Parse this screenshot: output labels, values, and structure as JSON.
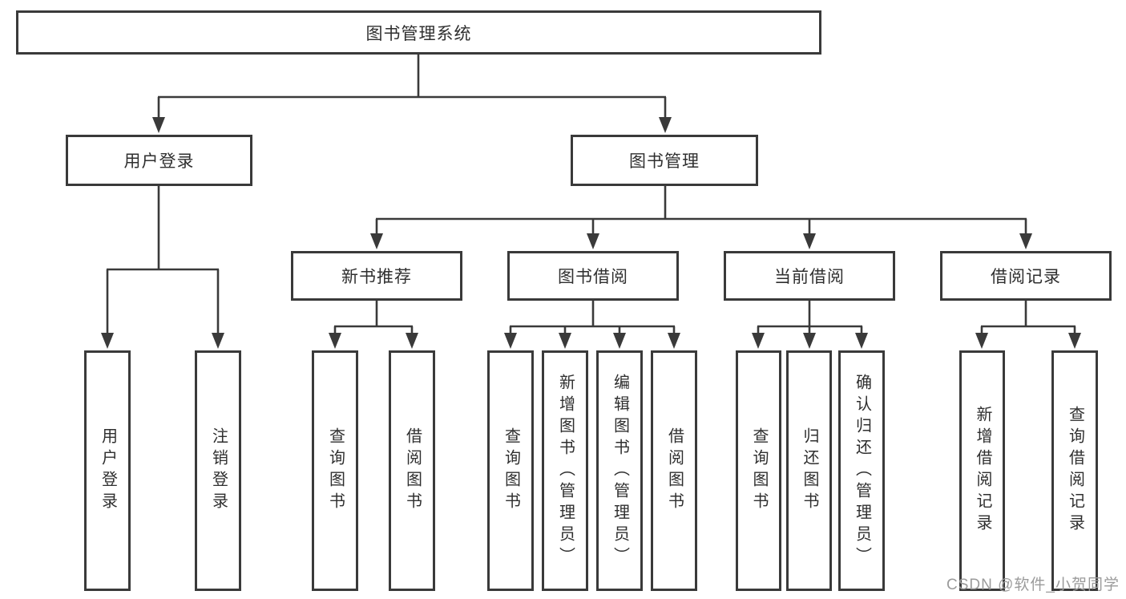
{
  "colors": {
    "line": "#3a3a3a",
    "text": "#2f2f2f",
    "box_bg": "#ffffff",
    "watermark": "#9b9b9b"
  },
  "chart_data": {
    "type": "tree-diagram",
    "title": "图书管理系统",
    "hierarchy": {
      "图书管理系统": {
        "用户登录": [
          "用户登录",
          "注销登录"
        ],
        "图书管理": {
          "新书推荐": [
            "查询图书",
            "借阅图书"
          ],
          "图书借阅": [
            "查询图书",
            "新增图书（管理员）",
            "编辑图书（管理员）",
            "借阅图书"
          ],
          "当前借阅": [
            "查询图书",
            "归还图书",
            "确认归还（管理员）"
          ],
          "借阅记录": [
            "新增借阅记录",
            "查询借阅记录"
          ]
        }
      }
    }
  },
  "diagram": {
    "root": "图书管理系统",
    "level2": {
      "user": "用户登录",
      "book": "图书管理"
    },
    "level3": {
      "recommend": "新书推荐",
      "borrow": "图书借阅",
      "current": "当前借阅",
      "records": "借阅记录"
    },
    "leaves": {
      "user": [
        "用户登录",
        "注销登录"
      ],
      "recommend": [
        "查询图书",
        "借阅图书"
      ],
      "borrow": [
        "查询图书",
        "新增图书（管理员）",
        "编辑图书（管理员）",
        "借阅图书"
      ],
      "current": [
        "查询图书",
        "归还图书",
        "确认归还（管理员）"
      ],
      "records": [
        "新增借阅记录",
        "查询借阅记录"
      ]
    }
  },
  "watermark": {
    "text": "CSDN @软件_小贺同学"
  }
}
